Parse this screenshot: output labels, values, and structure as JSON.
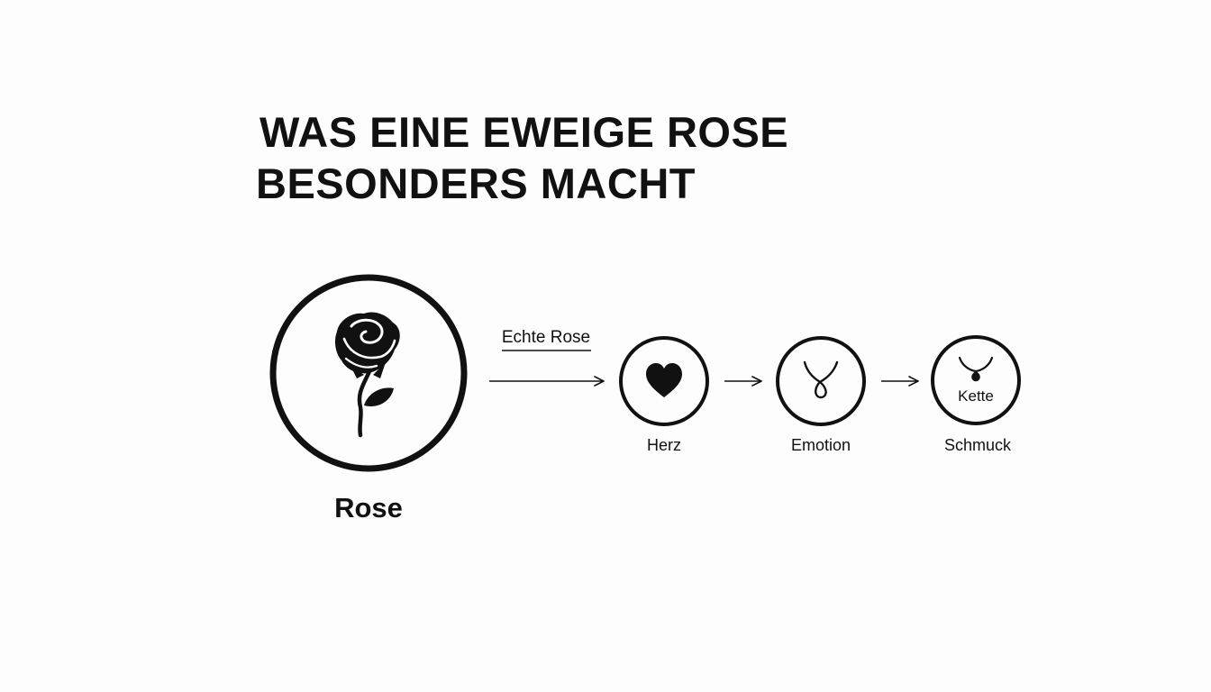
{
  "title": {
    "line1": "WAS EINE EWEIGE ROSE",
    "line2": "BESONDERS MACHT"
  },
  "nodes": {
    "rose": {
      "label": "Rose",
      "icon": "rose-icon"
    },
    "herz": {
      "label": "Herz",
      "icon": "heart-icon"
    },
    "emotion": {
      "label": "Emotion",
      "icon": "necklace-icon"
    },
    "schmuck": {
      "label": "Schmuck",
      "icon": "pendant-necklace-icon",
      "inner_label": "Kette"
    }
  },
  "edges": {
    "rose_to_herz": {
      "label": "Echte Rose"
    }
  },
  "colors": {
    "stroke": "#111111",
    "background": "#fdfdfd"
  }
}
